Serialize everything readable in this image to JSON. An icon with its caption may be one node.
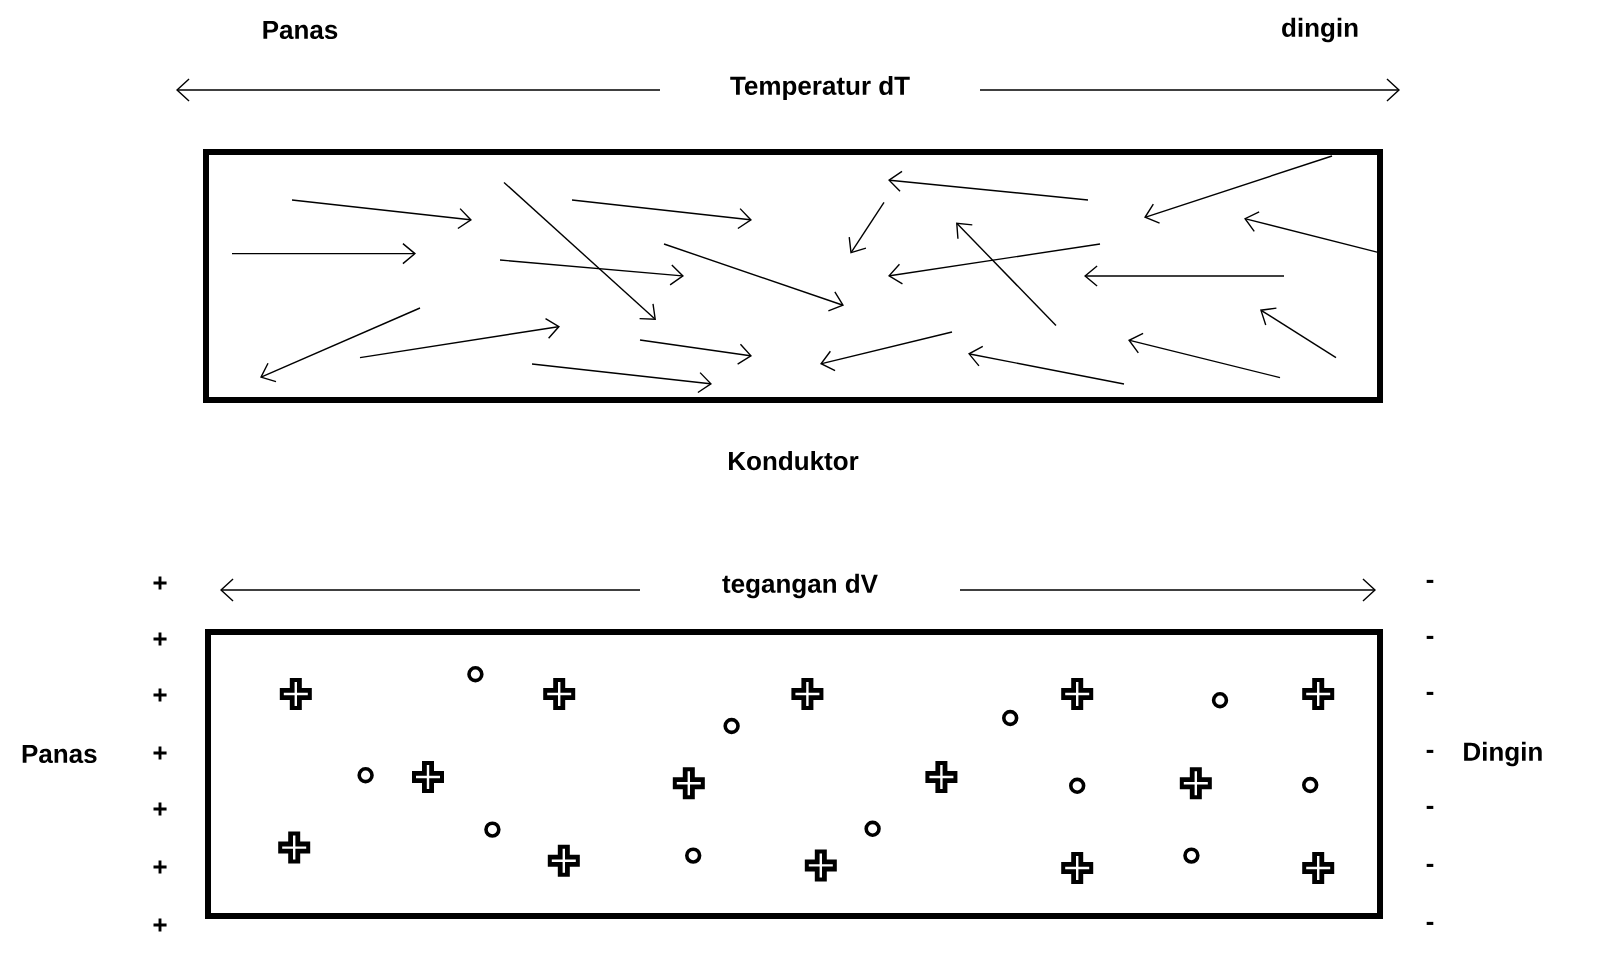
{
  "diagram": {
    "nodes": [
      {
        "text": [],
        "shape": "box",
        "beside": [
          "Konduktor"
        ]
      },
      {
        "text": [],
        "shape": "box"
      }
    ],
    "labels": [
      "Panas",
      "dingin",
      "Temperatur dT",
      "+",
      "tegangan dV",
      "-",
      "+",
      "-",
      "+",
      "-",
      "Panas",
      "+",
      "-",
      "Dingin",
      "+",
      "-",
      "+",
      "-",
      "+",
      "-"
    ]
  }
}
